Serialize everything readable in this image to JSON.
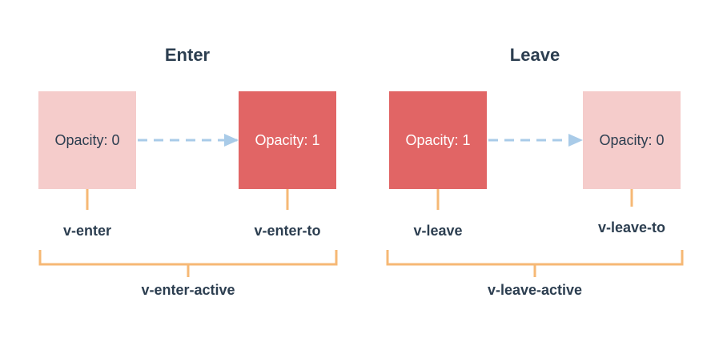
{
  "colors": {
    "light_box": "#f5cccb",
    "strong_box": "#e16565",
    "dark_text": "#2c3e50",
    "light_text": "#ffffff",
    "arrow": "#a9cbe8",
    "bracket": "#f6b875"
  },
  "enter": {
    "title": "Enter",
    "from_box": "Opacity: 0",
    "to_box": "Opacity: 1",
    "from_label": "v-enter",
    "to_label": "v-enter-to",
    "active_label": "v-enter-active"
  },
  "leave": {
    "title": "Leave",
    "from_box": "Opacity: 1",
    "to_box": "Opacity: 0",
    "from_label": "v-leave",
    "to_label": "v-leave-to",
    "active_label": "v-leave-active"
  }
}
